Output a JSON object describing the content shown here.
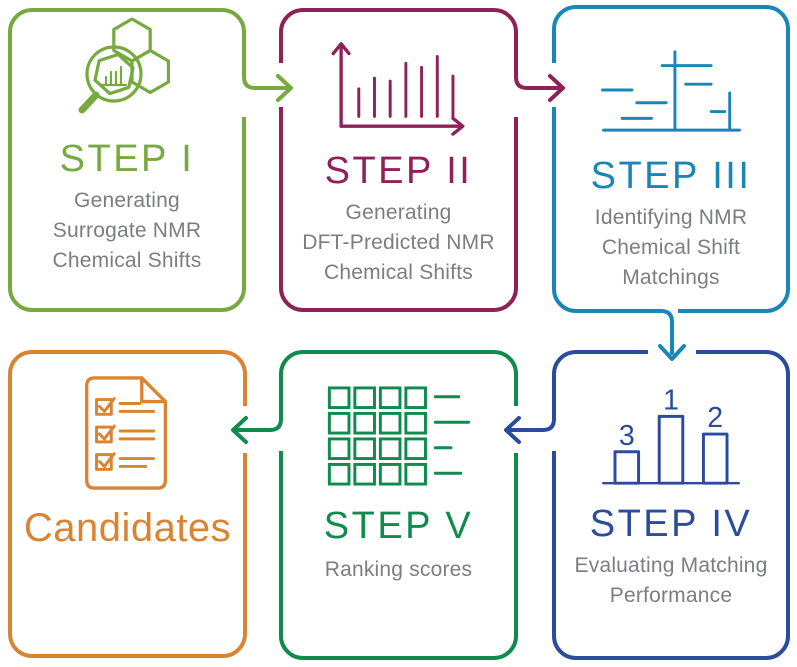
{
  "figure": {
    "kind": "workflow-diagram",
    "background": "#ffffff",
    "subtitle_text_color": "#7b7d80"
  },
  "steps": [
    {
      "title": "STEP I",
      "color": "#76a940",
      "icon": "magnifier-molecule-icon",
      "lines": [
        "Generating",
        "Surrogate NMR",
        "Chemical Shifts"
      ]
    },
    {
      "title": "STEP II",
      "color": "#8e2159",
      "icon": "nmr-spectrum-axes-icon",
      "lines": [
        "Generating",
        "DFT-Predicted NMR",
        "Chemical Shifts"
      ]
    },
    {
      "title": "STEP III",
      "color": "#1987b5",
      "icon": "shift-matching-icon",
      "lines": [
        "Identifying NMR",
        "Chemical Shift",
        "Matchings"
      ]
    },
    {
      "title": "STEP IV",
      "color": "#2b4b9b",
      "icon": "ranking-bar-chart-icon",
      "lines": [
        "Evaluating Matching",
        "Performance"
      ],
      "bar_labels": [
        "3",
        "1",
        "2"
      ]
    },
    {
      "title": "STEP V",
      "color": "#0e8b4d",
      "icon": "score-grid-icon",
      "lines": [
        "Ranking scores"
      ]
    },
    {
      "title": "Candidates",
      "color": "#d98431",
      "icon": "checklist-document-icon",
      "lines": []
    }
  ],
  "arrows": [
    {
      "from": "STEP I",
      "to": "STEP II",
      "direction": "right",
      "color": "#76a940"
    },
    {
      "from": "STEP II",
      "to": "STEP III",
      "direction": "right",
      "color": "#8e2159"
    },
    {
      "from": "STEP III",
      "to": "STEP IV",
      "direction": "down",
      "color": "#1987b5"
    },
    {
      "from": "STEP IV",
      "to": "STEP V",
      "direction": "left",
      "color": "#2b4b9b"
    },
    {
      "from": "STEP V",
      "to": "Candidates",
      "direction": "left",
      "color": "#0e8b4d"
    }
  ]
}
